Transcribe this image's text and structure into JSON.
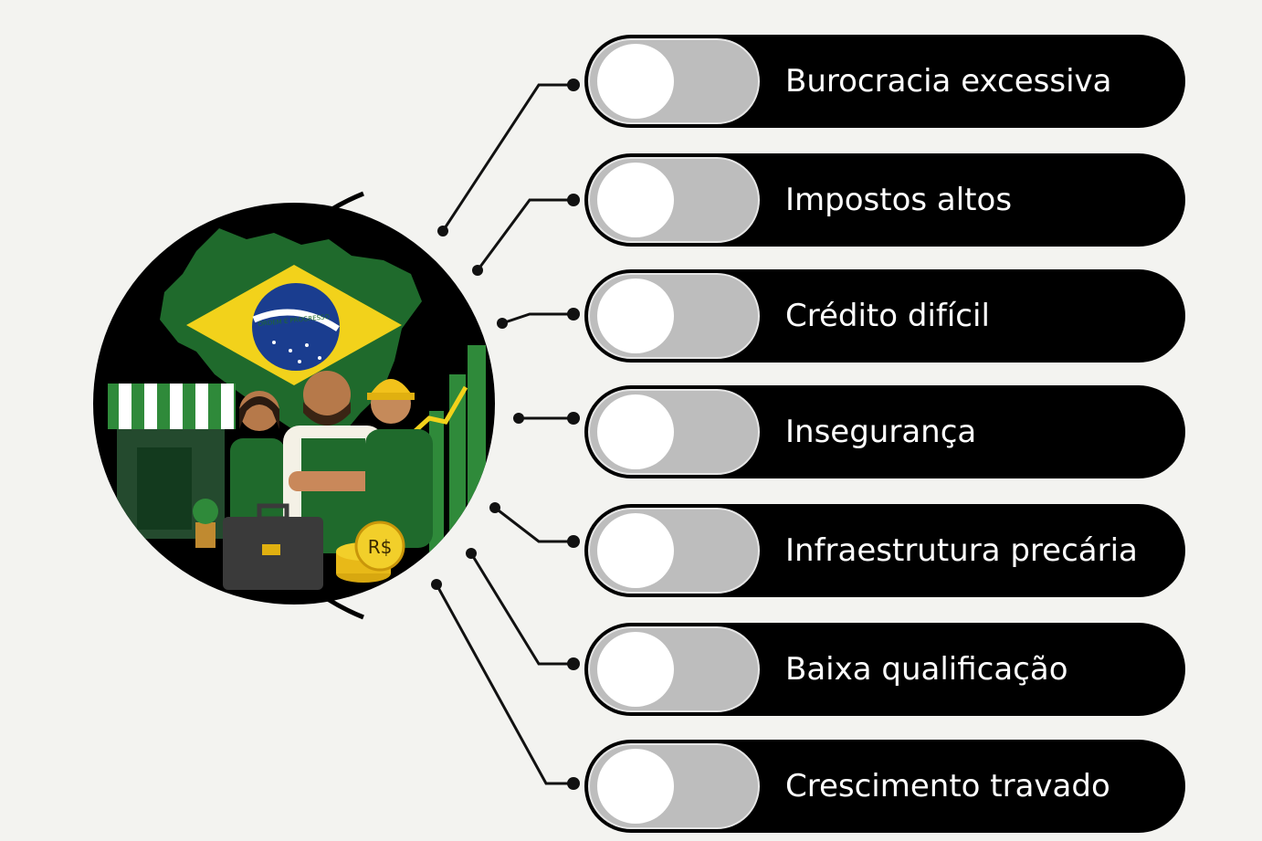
{
  "diagram": {
    "items": [
      {
        "label": "Burocracia excessiva"
      },
      {
        "label": "Impostos altos"
      },
      {
        "label": "Crédito difícil"
      },
      {
        "label": "Insegurança"
      },
      {
        "label": "Infraestrutura precária"
      },
      {
        "label": "Baixa qualificação"
      },
      {
        "label": "Crescimento travado"
      }
    ],
    "illustration": {
      "flag_banner": "ORDEM E PROGRESSO",
      "coin_text": "R$",
      "colors": {
        "green": "#1f6a2c",
        "yellow": "#f2d21b",
        "blue": "#1a3d8f",
        "circle_bg": "#000000"
      }
    }
  }
}
